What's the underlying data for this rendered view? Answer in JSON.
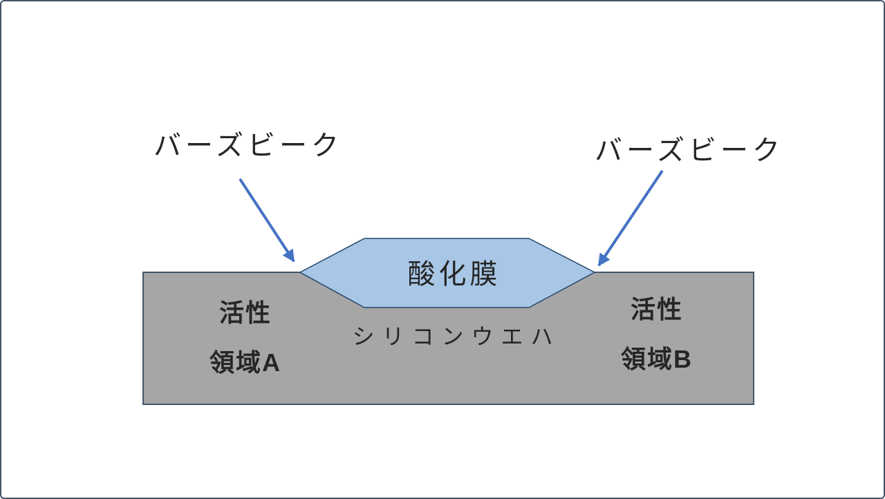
{
  "slide": {
    "background": "#FFFFFF",
    "border_color": "#44546A"
  },
  "colors": {
    "wafer_fill": "#A6A6A6",
    "wafer_outline": "#44546A",
    "oxide_fill": "#A8C7E6",
    "oxide_outline": "#25456B",
    "arrow": "#4472C4",
    "text": "#262626"
  },
  "diagram": {
    "birds_beak_left": "バーズビーク",
    "birds_beak_right": "バーズビーク",
    "oxide_label": "酸化膜",
    "wafer_label": "シリコンウエハ",
    "active_region_a": {
      "line1": "活性",
      "line2": "領域A"
    },
    "active_region_b": {
      "line1": "活性",
      "line2": "領域B"
    }
  }
}
